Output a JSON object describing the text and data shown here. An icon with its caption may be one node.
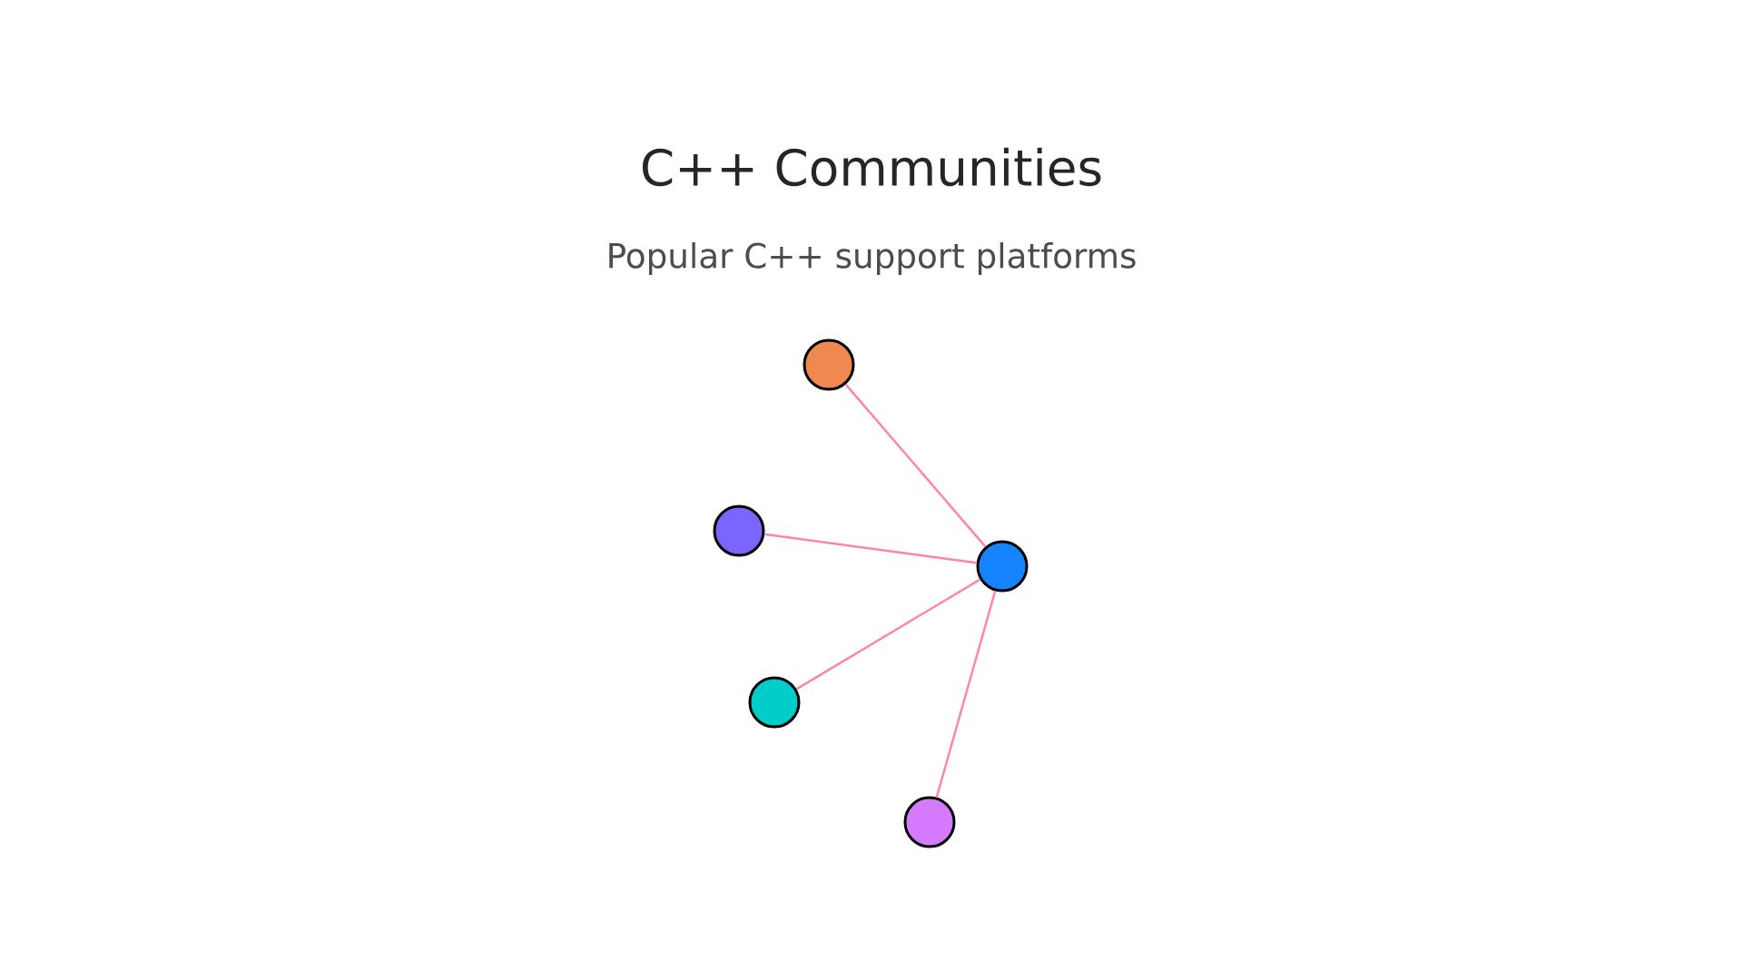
{
  "diagram": {
    "title": "C++ Communities",
    "nodes": [
      {
        "text": [],
        "shape": "circle"
      },
      {
        "text": [],
        "shape": "circle"
      },
      {
        "text": [],
        "shape": "circle"
      },
      {
        "text": [],
        "shape": "circle"
      },
      {
        "text": [],
        "shape": "circle"
      }
    ],
    "edges": [
      {
        "from": 2,
        "to": 0,
        "arrow": "none"
      },
      {
        "from": 2,
        "to": 1,
        "arrow": "none"
      },
      {
        "from": 2,
        "to": 3,
        "arrow": "none"
      },
      {
        "from": 2,
        "to": 4,
        "arrow": "none"
      }
    ],
    "labels": [
      "Popular C++ support platforms"
    ]
  }
}
